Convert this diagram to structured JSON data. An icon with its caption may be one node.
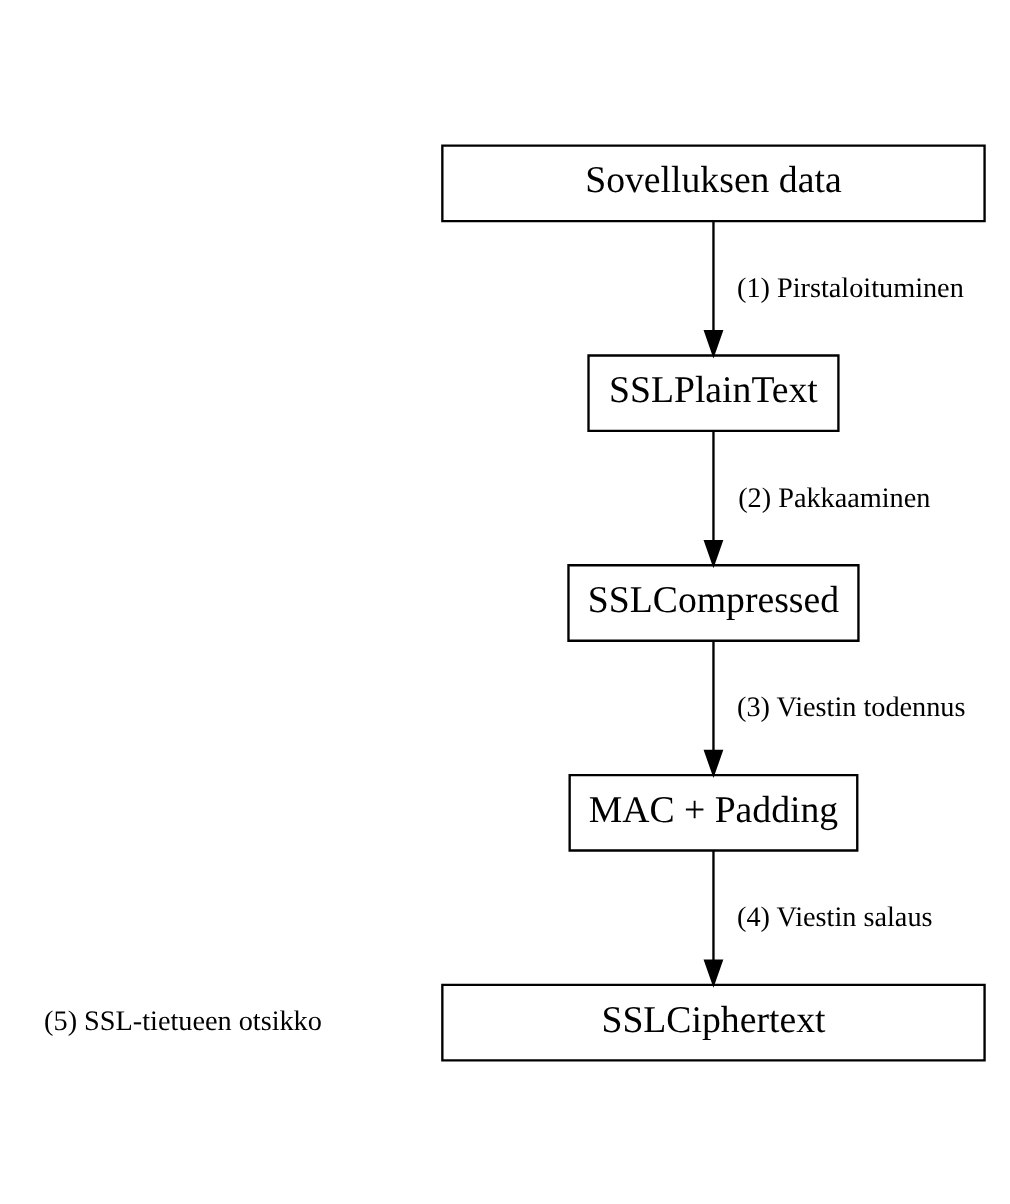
{
  "diagram": {
    "nodes": [
      {
        "text": [
          "Sovelluksen data"
        ]
      },
      {
        "text": [
          "SSLPlainText"
        ]
      },
      {
        "text": [
          "SSLCompressed"
        ]
      },
      {
        "text": [
          "MAC + Padding"
        ]
      },
      {
        "text": [
          "SSLCiphertext"
        ]
      }
    ],
    "edges": [
      {
        "from": 0,
        "to": 1,
        "arrow": "to",
        "label": "(1) Pirstaloituminen"
      },
      {
        "from": 1,
        "to": 2,
        "arrow": "to",
        "label": "(2) Pakkaaminen"
      },
      {
        "from": 2,
        "to": 3,
        "arrow": "to",
        "label": "(3) Viestin todennus"
      },
      {
        "from": 3,
        "to": 4,
        "arrow": "to",
        "label": "(4) Viestin salaus"
      }
    ],
    "labels": [
      "(5) SSL-tietueen otsikko"
    ]
  }
}
